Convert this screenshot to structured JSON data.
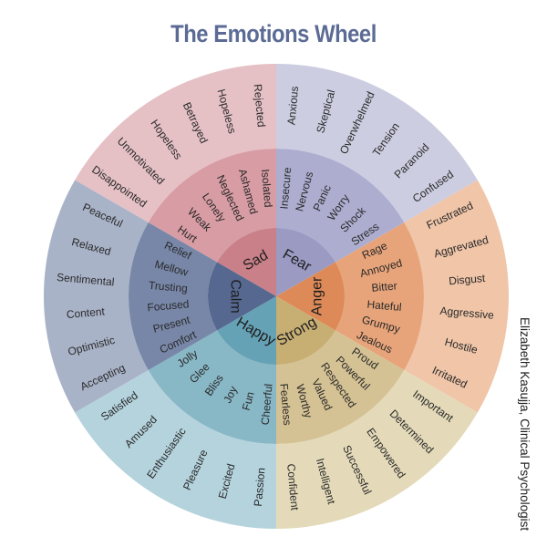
{
  "title": "The Emotions Wheel",
  "credit": "Elizabeth Kasujja, Clinical Psychologist",
  "emotions": [
    {
      "name": "Sad",
      "colors": [
        "#c98088",
        "#d89ca4",
        "#e5c1c6"
      ],
      "middle": [
        "Hurt",
        "Weak",
        "Lonely",
        "Neglected",
        "Ashamed",
        "Isolated"
      ],
      "outer": [
        "Disappointed",
        "Unmotivated",
        "Hopeless",
        "Betrayed",
        "Hopeless",
        "Rejected"
      ]
    },
    {
      "name": "Fear",
      "colors": [
        "#9a9ac3",
        "#adadd0",
        "#cdcde1"
      ],
      "middle": [
        "Insecure",
        "Nervous",
        "Panic",
        "Worry",
        "Shock",
        "Stress"
      ],
      "outer": [
        "Anxious",
        "Skeptical",
        "Overwhelmed",
        "Tension",
        "Paranoid",
        "Confused"
      ]
    },
    {
      "name": "Anger",
      "colors": [
        "#de8a58",
        "#e7a47a",
        "#f0c5a8"
      ],
      "middle": [
        "Rage",
        "Annoyed",
        "Bitter",
        "Hateful",
        "Grumpy",
        "Jealous"
      ],
      "outer": [
        "Frustrated",
        "Aggrevated",
        "Disgust",
        "Aggressive",
        "Hostile",
        "Irritated"
      ]
    },
    {
      "name": "Strong",
      "colors": [
        "#c7ae73",
        "#d5c294",
        "#e4dab9"
      ],
      "middle": [
        "Proud",
        "Powerful",
        "Respected",
        "Valued",
        "Worthy",
        "Fearless"
      ],
      "outer": [
        "Important",
        "Determined",
        "Empowered",
        "Successful",
        "Intelligent",
        "Confident"
      ]
    },
    {
      "name": "Happy",
      "colors": [
        "#66a2b5",
        "#88b7c6",
        "#b4d3dd"
      ],
      "middle": [
        "Cheerful",
        "Fun",
        "Joy",
        "Bliss",
        "Glee",
        "Jolly"
      ],
      "outer": [
        "Passion",
        "Excited",
        "Pleasure",
        "Enthusiastic",
        "Amused",
        "Satisfied"
      ]
    },
    {
      "name": "Calm",
      "colors": [
        "#566890",
        "#7887a8",
        "#a9b3c8"
      ],
      "middle": [
        "Comfort",
        "Present",
        "Focused",
        "Trusting",
        "Mellow",
        "Relief"
      ],
      "outer": [
        "Accepting",
        "Optimistic",
        "Content",
        "Sentimental",
        "Relaxed",
        "Peaceful"
      ]
    }
  ]
}
